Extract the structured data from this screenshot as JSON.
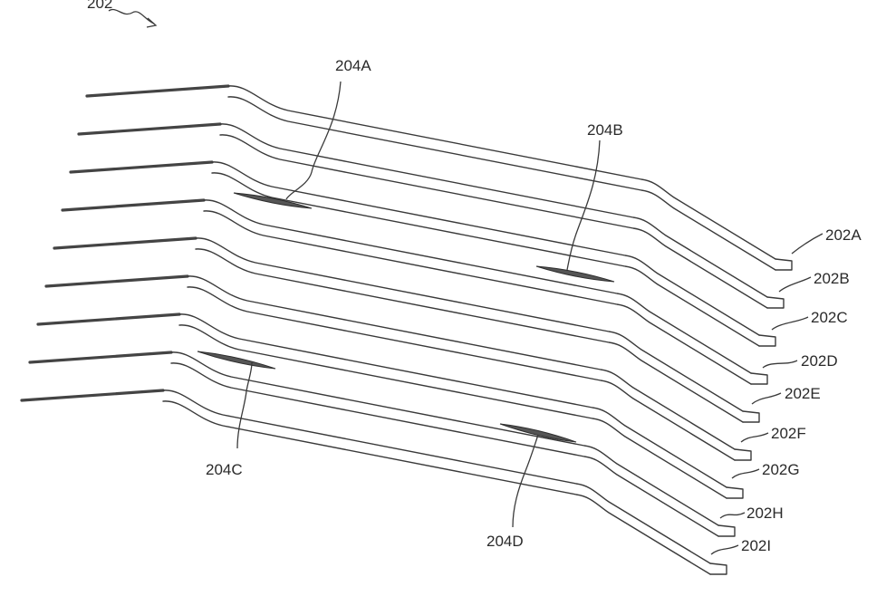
{
  "figure": {
    "assembly_label": "202",
    "strips": [
      {
        "id": "strip-202A",
        "label": "202A"
      },
      {
        "id": "strip-202B",
        "label": "202B"
      },
      {
        "id": "strip-202C",
        "label": "202C"
      },
      {
        "id": "strip-202D",
        "label": "202D"
      },
      {
        "id": "strip-202E",
        "label": "202E"
      },
      {
        "id": "strip-202F",
        "label": "202F"
      },
      {
        "id": "strip-202G",
        "label": "202G"
      },
      {
        "id": "strip-202H",
        "label": "202H"
      },
      {
        "id": "strip-202I",
        "label": "202I"
      }
    ],
    "joints": [
      {
        "id": "joint-204A",
        "label": "204A"
      },
      {
        "id": "joint-204B",
        "label": "204B"
      },
      {
        "id": "joint-204C",
        "label": "204C"
      },
      {
        "id": "joint-204D",
        "label": "204D"
      }
    ]
  }
}
